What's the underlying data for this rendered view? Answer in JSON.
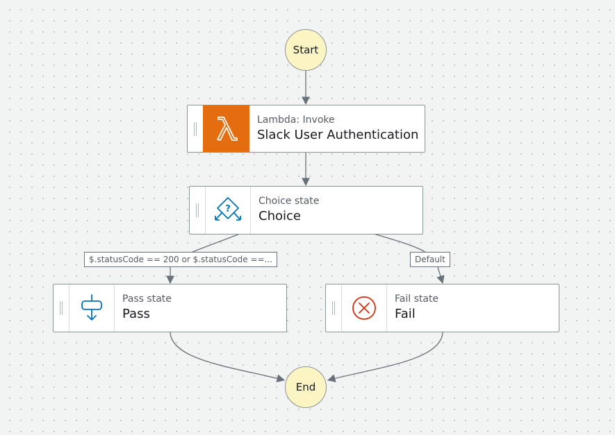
{
  "start": {
    "label": "Start"
  },
  "end": {
    "label": "End"
  },
  "states": {
    "lambda": {
      "type": "Lambda: Invoke",
      "name": "Slack User Authentication",
      "icon": "lambda-icon",
      "color": "#e46e0f"
    },
    "choice": {
      "type": "Choice state",
      "name": "Choice",
      "icon": "choice-icon",
      "color": "#0073bb"
    },
    "pass": {
      "type": "Pass state",
      "name": "Pass",
      "icon": "pass-icon",
      "color": "#0073bb"
    },
    "fail": {
      "type": "Fail state",
      "name": "Fail",
      "icon": "fail-icon",
      "color": "#d13212"
    }
  },
  "edges": {
    "choice_rule": "$.statusCode == 200 or $.statusCode ==...",
    "default": "Default"
  }
}
